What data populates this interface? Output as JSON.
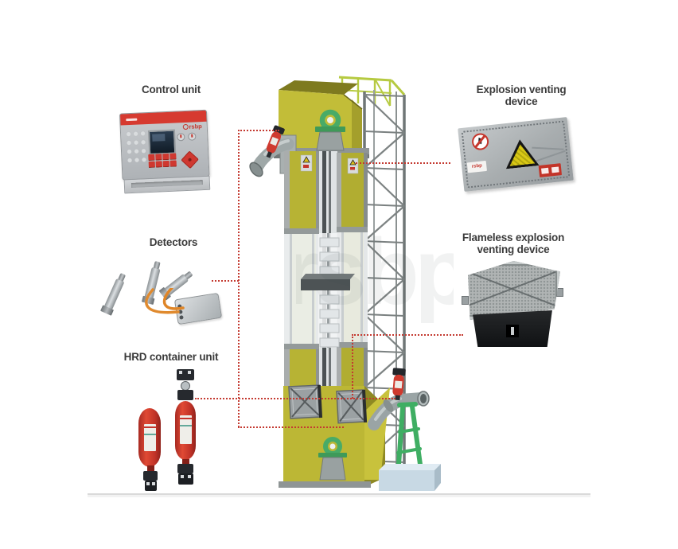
{
  "brand": {
    "logo_text": "rsbp",
    "watermark_text": "rsbp"
  },
  "labels": {
    "control_unit": "Control unit",
    "detectors": "Detectors",
    "hrd_container_unit": "HRD container unit",
    "explosion_venting_device": "Explosion venting\ndevice",
    "flameless_venting_device": "Flameless explosion\nventing device"
  },
  "icons": {
    "warning_triangle": "⚠",
    "prohibition_sign": "🚫"
  },
  "colors": {
    "connector_red": "#c43a31",
    "elevator_yellow": "#bcb735",
    "steel_gray": "#8d9393",
    "hrd_red": "#cf3a2f",
    "stand_green": "#3fae63",
    "railing_green": "#b6ca41",
    "label_text": "#3b3b3b",
    "divider_gray": "#dadada"
  },
  "connections": [
    {
      "from": "control-unit",
      "to": "elevator-head-outlet-hrd"
    },
    {
      "from": "detectors",
      "to": "control-line"
    },
    {
      "from": "hrd-container-unit",
      "to": "elevator-boot"
    },
    {
      "from": "explosion-venting-device",
      "to": "elevator-upper-leg"
    },
    {
      "from": "flameless-venting-device",
      "to": "elevator-lower-leg"
    },
    {
      "from": "control-line",
      "to": "elevator-boot-bottom"
    }
  ]
}
